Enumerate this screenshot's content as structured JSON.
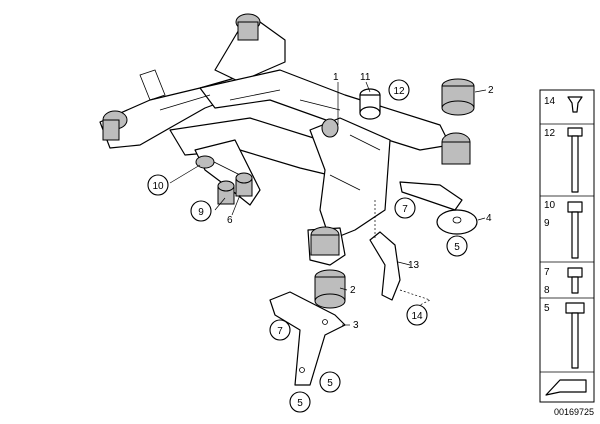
{
  "diagram": {
    "reference_number": "00169725",
    "callouts": [
      {
        "id": "c1",
        "label": "1",
        "circled": false
      },
      {
        "id": "c11",
        "label": "11",
        "circled": false
      },
      {
        "id": "c12",
        "label": "12",
        "circled": true
      },
      {
        "id": "c2a",
        "label": "2",
        "circled": false
      },
      {
        "id": "c10",
        "label": "10",
        "circled": true
      },
      {
        "id": "c9",
        "label": "9",
        "circled": true
      },
      {
        "id": "c6",
        "label": "6",
        "circled": false
      },
      {
        "id": "c7a",
        "label": "7",
        "circled": true
      },
      {
        "id": "c4",
        "label": "4",
        "circled": false
      },
      {
        "id": "c5a",
        "label": "5",
        "circled": true
      },
      {
        "id": "c13",
        "label": "13",
        "circled": false
      },
      {
        "id": "c2b",
        "label": "2",
        "circled": false
      },
      {
        "id": "c14",
        "label": "14",
        "circled": true
      },
      {
        "id": "c3",
        "label": "3",
        "circled": false
      },
      {
        "id": "c7b",
        "label": "7",
        "circled": true
      },
      {
        "id": "c5b",
        "label": "5",
        "circled": true
      },
      {
        "id": "c5c",
        "label": "5",
        "circled": true
      }
    ],
    "side_panel": [
      {
        "label": "14",
        "part": "clip"
      },
      {
        "label": "12",
        "part": "long-bolt"
      },
      {
        "label": "10",
        "part": "hex-bolt"
      },
      {
        "label": "9",
        "part": "hex-bolt"
      },
      {
        "label": "7",
        "part": "short-bolt"
      },
      {
        "label": "8",
        "part": "short-bolt"
      },
      {
        "label": "5",
        "part": "flange-bolt"
      }
    ]
  }
}
